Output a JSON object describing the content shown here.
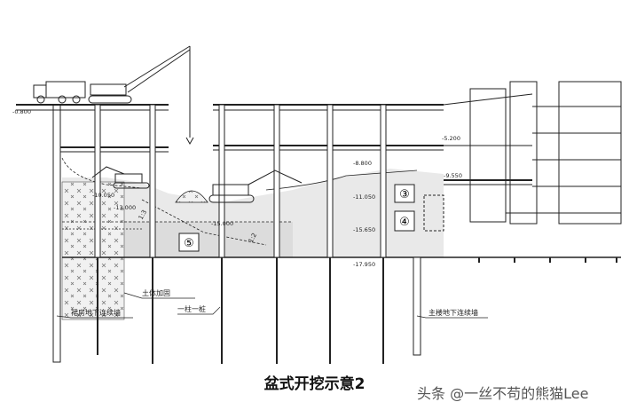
{
  "caption": "盆式开挖示意2",
  "watermark": "头条 @一丝不苟的熊猫Lee",
  "elevations": {
    "ground": "-0.800",
    "e1": "-5.200",
    "e2": "-8.800",
    "e3": "-9.550",
    "e4": "-10.050",
    "e5": "-11.050",
    "e6": "-13.000",
    "e7": "-15.000",
    "e8": "-15.650",
    "e9": "-17.950"
  },
  "zones": [
    "③",
    "④",
    "⑤"
  ],
  "labels": {
    "soil_reinforcement": "土体加固",
    "podium_wall": "裙房地下连续墙",
    "column_pile": "一柱一桩",
    "tower_wall": "主楼地下连续墙",
    "slope_ratio_1": "1:3",
    "slope_ratio_2": "1:2"
  },
  "colors": {
    "line": "#222222",
    "soil": "#e8e8e8",
    "soil_dark": "#d6d6d6",
    "hatch": "#7a7a7a"
  }
}
